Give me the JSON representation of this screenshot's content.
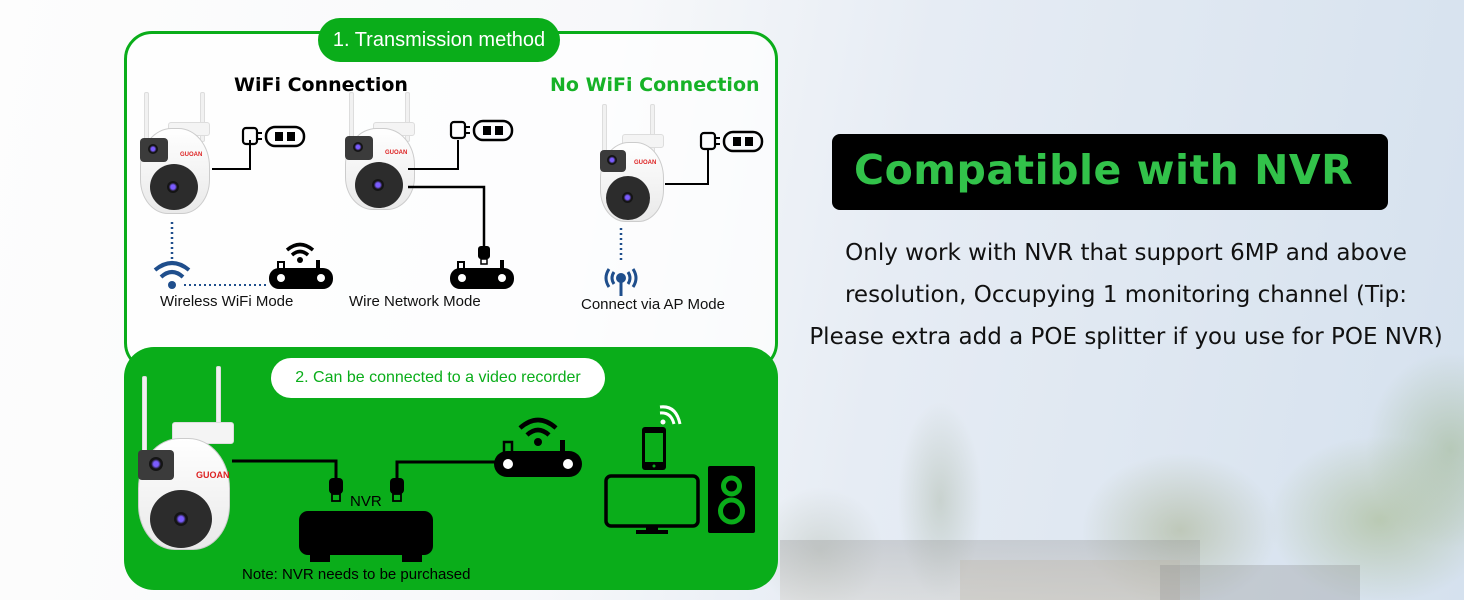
{
  "section1": {
    "title": "1. Transmission method",
    "wifi_header": "WiFi Connection",
    "no_wifi_header": "No WiFi Connection",
    "modes": [
      {
        "label": "Wireless WiFi Mode",
        "icon": "wifi-icon"
      },
      {
        "label": "Wire Network Mode",
        "icon": "router-icon"
      },
      {
        "label": "Connect via AP Mode",
        "icon": "ap-antenna-icon"
      }
    ],
    "camera_brand": "GUOAN"
  },
  "section2": {
    "title": "2. Can be connected to a video recorder",
    "nvr_label": "NVR",
    "note": "Note: NVR needs to be purchased",
    "devices": [
      "camera",
      "nvr",
      "router",
      "phone",
      "monitor",
      "speaker"
    ]
  },
  "right_panel": {
    "banner": "Compatible with NVR",
    "description_lines": [
      "Only work with NVR that support 6MP and above",
      "resolution, Occupying 1 monitoring channel (Tip:",
      "Please extra add a POE splitter if you use for POE NVR)"
    ]
  },
  "colors": {
    "brand_green": "#0aad1a",
    "banner_green_text": "#32c24a",
    "banner_bg": "#000000",
    "dotted_line": "#1f4e8c"
  }
}
